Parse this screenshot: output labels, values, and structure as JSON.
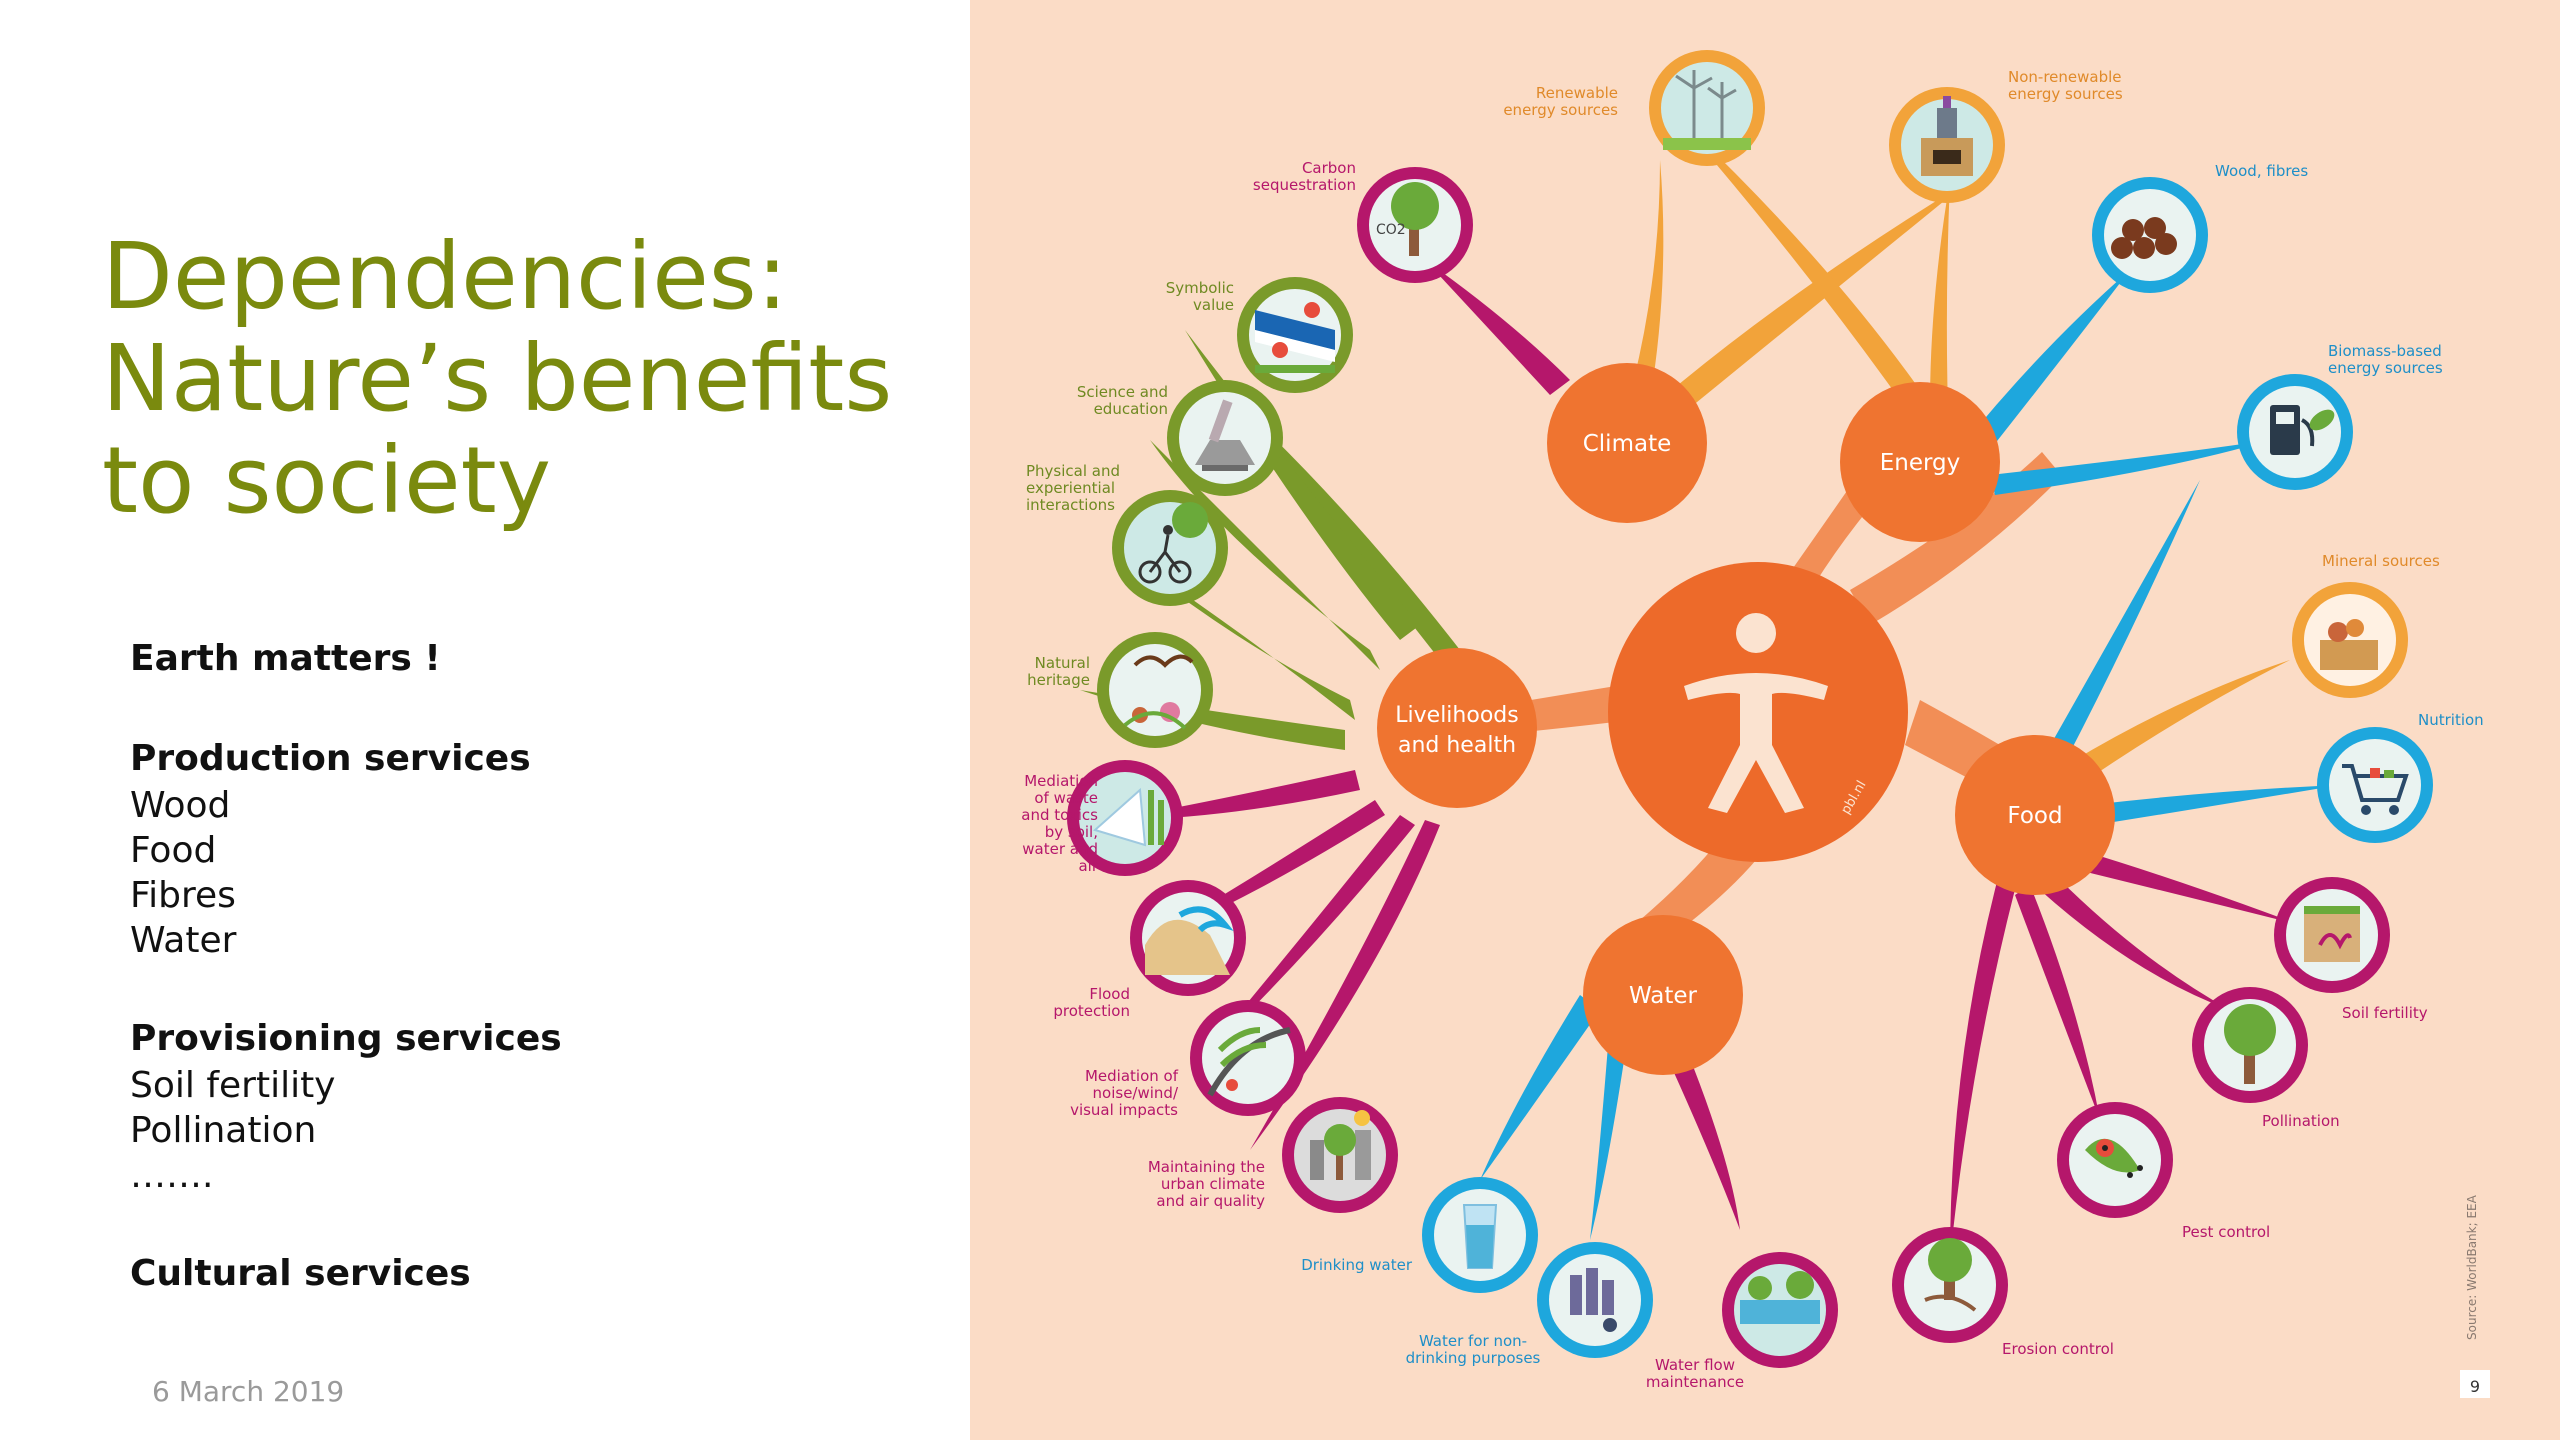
{
  "slide": {
    "title_lines": [
      "Dependencies:",
      "Nature’s benefits",
      "to society"
    ],
    "earth_heading": "Earth matters !",
    "production": {
      "heading": "Production services",
      "items": [
        "Wood",
        "Food",
        "Fibres",
        "Water"
      ]
    },
    "provisioning": {
      "heading": "Provisioning services",
      "items": [
        "Soil fertility",
        "Pollination",
        "……."
      ]
    },
    "cultural": {
      "heading": "Cultural services"
    },
    "date": "6 March 2019"
  },
  "infographic": {
    "hubs": [
      "Climate",
      "Energy",
      "Food",
      "Water"
    ],
    "livelihoods_lines": [
      "Livelihoods",
      "and health"
    ],
    "center_credit": "pbl.nl",
    "source_note": "Source: WorldBank; EEA",
    "page_number": "9",
    "labels": {
      "renewable": [
        "Renewable",
        "energy sources"
      ],
      "nonrenewable": [
        "Non-renewable",
        "energy sources"
      ],
      "wood": [
        "Wood, fibres"
      ],
      "biomass": [
        "Biomass-based",
        "energy sources"
      ],
      "mineral": [
        "Mineral sources"
      ],
      "nutrition": [
        "Nutrition"
      ],
      "soil": [
        "Soil fertility"
      ],
      "pollination": [
        "Pollination"
      ],
      "pest": [
        "Pest control"
      ],
      "erosion": [
        "Erosion control"
      ],
      "waterflow": [
        "Water flow",
        "maintenance"
      ],
      "nondrinking": [
        "Water for non-",
        "drinking purposes"
      ],
      "drinking": [
        "Drinking water"
      ],
      "urban": [
        "Maintaining the",
        "urban climate",
        "and air quality"
      ],
      "noise": [
        "Mediation of",
        "noise/wind/",
        "visual impacts"
      ],
      "flood": [
        "Flood",
        "protection"
      ],
      "waste": [
        "Mediation",
        "of waste",
        "and toxics",
        "by soil,",
        "water and",
        "air"
      ],
      "heritage": [
        "Natural",
        "heritage"
      ],
      "physical": [
        "Physical and",
        "experiential",
        "interactions"
      ],
      "science": [
        "Science and",
        "education"
      ],
      "symbolic": [
        "Symbolic",
        "value"
      ],
      "carbon": [
        "Carbon",
        "sequestration"
      ]
    },
    "co2_label": "CO2",
    "colors": {
      "background": "#fbdcc6",
      "hub": "#ef7430",
      "hub_core": "#ed6a2a",
      "branch": "#f5a37a",
      "climate": "#f2a33a",
      "energy": "#1ea7dd",
      "food": "#c2126f",
      "cultural": "#7a9a2a",
      "regulating": "#b5176b",
      "title": "#7a8a0e"
    }
  }
}
